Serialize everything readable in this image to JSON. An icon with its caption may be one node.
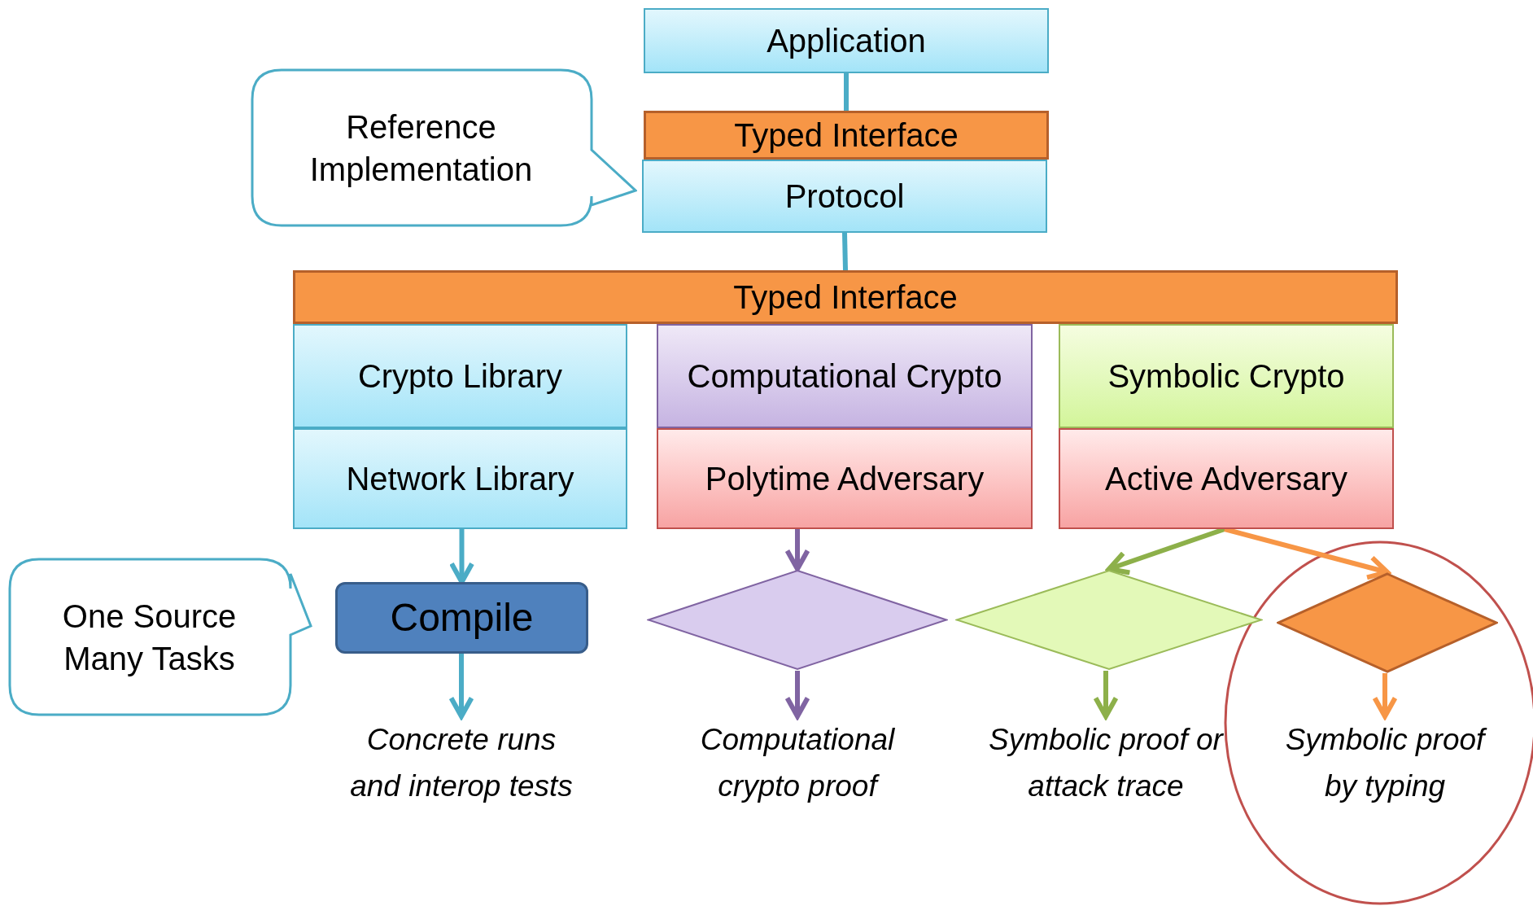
{
  "diagram": {
    "nodes": [
      {
        "text": [
          "Application"
        ]
      },
      {
        "text": [
          "Reference Implementation"
        ]
      },
      {
        "text": [
          "Typed Interface"
        ]
      },
      {
        "text": [
          "Protocol"
        ]
      },
      {
        "text": [
          "Typed Interface"
        ]
      },
      {
        "text": [
          "Crypto Library"
        ]
      },
      {
        "text": [
          "Computational Crypto"
        ]
      },
      {
        "text": [
          "Symbolic Crypto"
        ]
      },
      {
        "text": [
          "Network Library"
        ]
      },
      {
        "text": [
          "Polytime Adversary"
        ]
      },
      {
        "text": [
          "Active Adversary"
        ]
      },
      {
        "text": [
          "One Source Many Tasks"
        ]
      },
      {
        "text": [
          "Compile"
        ]
      },
      {
        "text": [],
        "shape": "diamond"
      },
      {
        "text": [],
        "shape": "diamond"
      },
      {
        "text": [],
        "shape": "diamond"
      },
      {
        "text": [
          "Concrete runs and interop tests"
        ]
      },
      {
        "text": [
          "Computational crypto proof"
        ]
      },
      {
        "text": [
          "Symbolic proof or attack trace"
        ]
      },
      {
        "text": [
          "Symbolic proof by typing"
        ]
      }
    ],
    "edges": [
      {
        "from": 0,
        "to": 2,
        "arrow": "none"
      },
      {
        "from": 3,
        "to": 4,
        "arrow": "none"
      },
      {
        "from": 8,
        "to": 12,
        "arrow": "to"
      },
      {
        "from": 9,
        "to": 13,
        "arrow": "to",
        "color": "#8064a2"
      },
      {
        "from": 10,
        "to": 14,
        "arrow": "to",
        "color": "#8db04a"
      },
      {
        "from": 10,
        "to": 15,
        "arrow": "to",
        "color": "#f79646"
      },
      {
        "from": 12,
        "to": 16,
        "arrow": "to"
      },
      {
        "from": 13,
        "to": 17,
        "arrow": "to",
        "color": "#8064a2"
      },
      {
        "from": 14,
        "to": 18,
        "arrow": "to",
        "color": "#8db04a"
      },
      {
        "from": 15,
        "to": 19,
        "arrow": "to",
        "color": "#f79646"
      }
    ]
  }
}
